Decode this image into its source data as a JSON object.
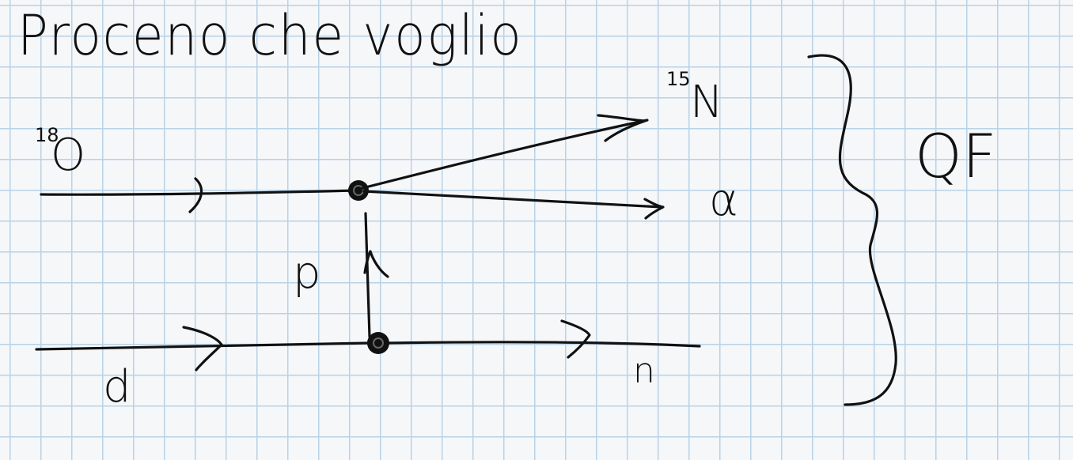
{
  "title": "Proceno che voglio",
  "particles": {
    "oxygen": {
      "mass": "18",
      "symbol": "O"
    },
    "nitrogen": {
      "mass": "15",
      "symbol": "N"
    },
    "alpha": {
      "symbol": "α"
    },
    "proton": {
      "symbol": "p"
    },
    "deuteron": {
      "symbol": "d"
    },
    "neutron": {
      "symbol": "n"
    }
  },
  "brace_label": "QF",
  "colors": {
    "ink": "#111111",
    "grid": "#b9d2e6",
    "paper": "#f5f7f9"
  }
}
